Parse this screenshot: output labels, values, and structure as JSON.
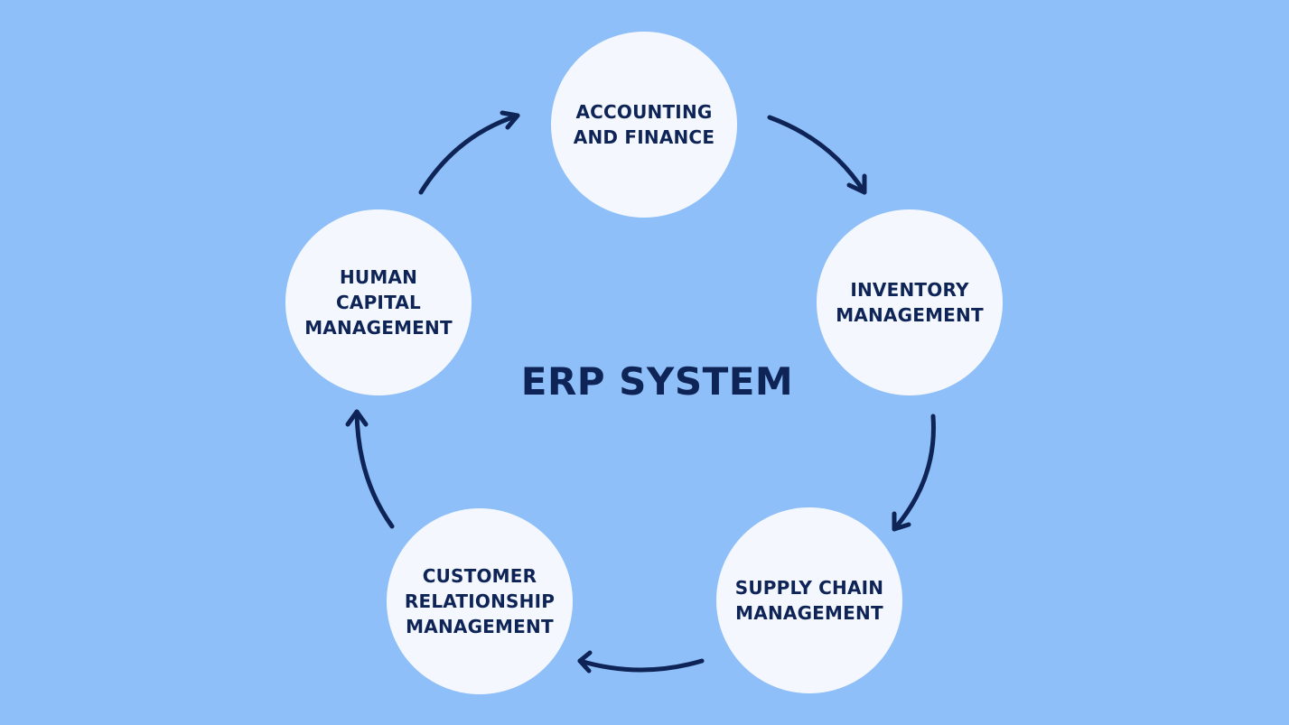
{
  "diagram": {
    "title": "ERP SYSTEM",
    "nodes": [
      {
        "id": "accounting",
        "label": "ACCOUNTING\nAND FINANCE"
      },
      {
        "id": "inventory",
        "label": "INVENTORY\nMANAGEMENT"
      },
      {
        "id": "supply",
        "label": "SUPPLY CHAIN\nMANAGEMENT"
      },
      {
        "id": "customer",
        "label": "CUSTOMER\nRELATIONSHIP\nMANAGEMENT"
      },
      {
        "id": "human",
        "label": "HUMAN\nCAPITAL\nMANAGEMENT"
      }
    ],
    "flow": [
      {
        "from": "human",
        "to": "accounting"
      },
      {
        "from": "accounting",
        "to": "inventory"
      },
      {
        "from": "inventory",
        "to": "supply"
      },
      {
        "from": "supply",
        "to": "customer"
      },
      {
        "from": "customer",
        "to": "human"
      }
    ],
    "colors": {
      "background": "#8fbff8",
      "node_fill": "#f4f8fe",
      "text_and_arrows": "#0e2456"
    }
  }
}
